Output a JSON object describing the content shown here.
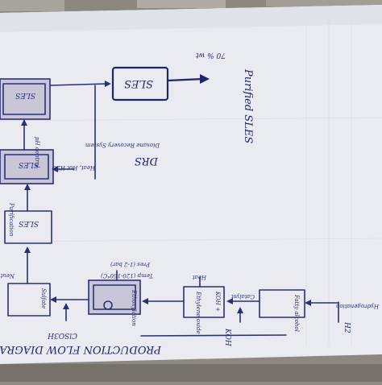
{
  "diagram": {
    "title": "PRODUCTION FLOW DIAGRAM",
    "blocks": {
      "ethoxylation": "Ethoxylation",
      "koh": "KOH",
      "fatty_alcohol": "Fatty alcohol",
      "sulfate": "Sulfate",
      "sles_lower": "SLES",
      "sles_mid": "SLES",
      "sles_top": "SLES",
      "sles_output": "SLES",
      "drs": "DRS"
    },
    "labels": {
      "hydrogenation": "Hydrogenation",
      "h2": "H2",
      "koh_plus": "KOH +",
      "ethylene_oxide": "Ethylene oxide",
      "catalyst": "Catalyst",
      "heat": "Heat",
      "temp": "Temp (120-160°C)",
      "pres": "Pres (1-2 bar)",
      "clsoh": "ClSO3H",
      "heat_hot_h2o": "Heat, Hot H2O",
      "recovery": "Dioxane Recovery System",
      "purified_sles": "Purified SLES",
      "purity": "70 % wt",
      "pH_control": "pH control",
      "neutralization": "Neutralization",
      "purification": "Purification"
    }
  }
}
